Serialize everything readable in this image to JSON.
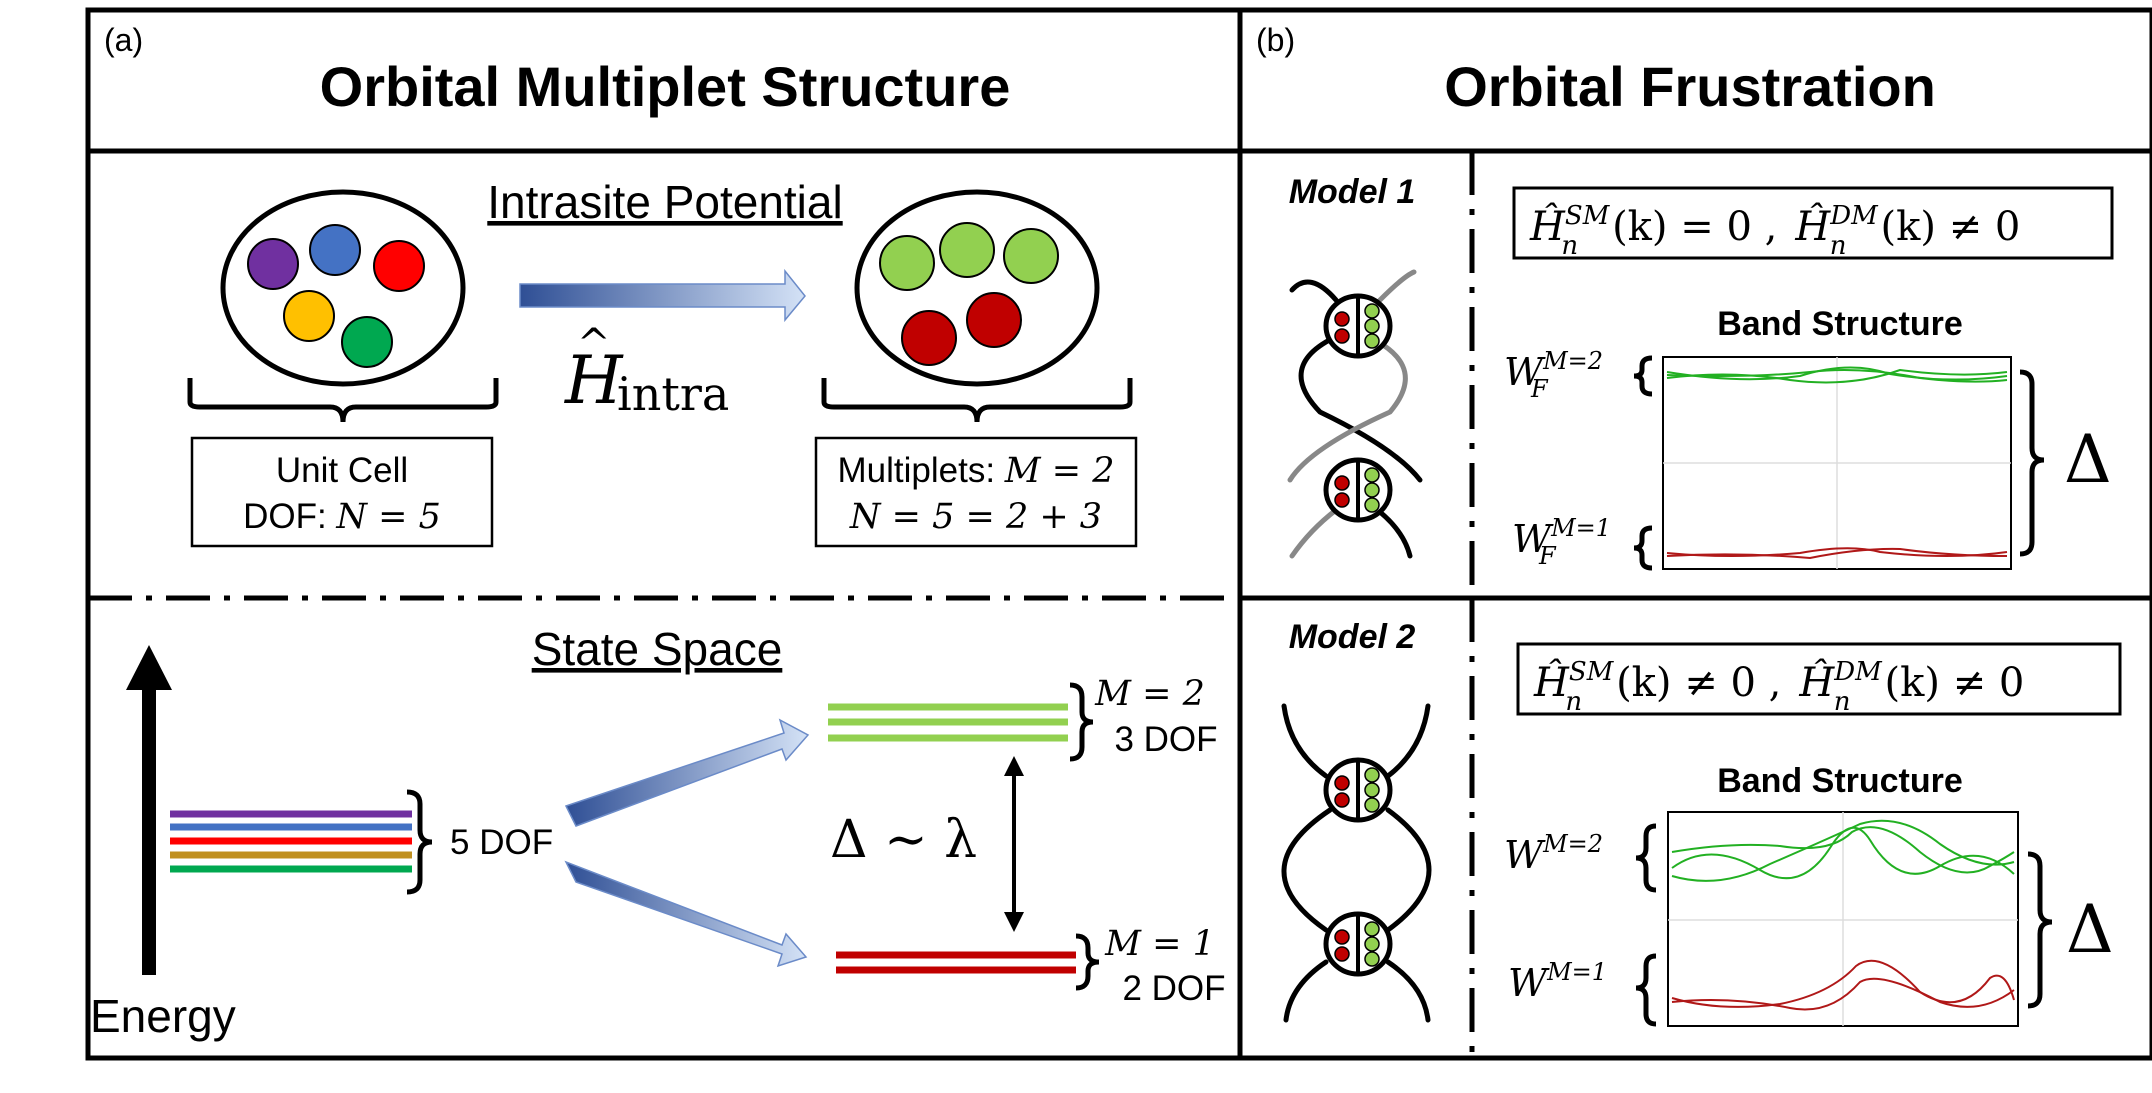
{
  "panel_a": {
    "letter": "(a)",
    "title": "Orbital Multiplet Structure",
    "intrasite": {
      "heading": "Intrasite Potential",
      "operator_symbol": "H",
      "operator_subscript": "intra",
      "unit_cell_line1": "Unit Cell",
      "unit_cell_line2_text": "DOF: ",
      "unit_cell_line2_math": "N = 5",
      "multiplets_line1_text": "Multiplets: ",
      "multiplets_line1_math": "M = 2",
      "multiplets_line2_math": "N = 5 = 2 + 3",
      "left_cell_colors": [
        "#7030a0",
        "#4472c4",
        "#ff0000",
        "#ffc000",
        "#00a850"
      ],
      "right_cell_colors": [
        "#92d050",
        "#92d050",
        "#92d050",
        "#c00000",
        "#c00000"
      ]
    },
    "state_space": {
      "heading": "State Space",
      "energy_label": "Energy",
      "five_dof": "5 DOF",
      "gap_label": "Δ ∼ λ",
      "upper_m": "M = 2",
      "upper_dof": "3 DOF",
      "lower_m": "M = 1",
      "lower_dof": "2 DOF",
      "level_colors": [
        "#7030a0",
        "#4472c4",
        "#ff0000",
        "#c09020",
        "#00a850"
      ],
      "upper_color": "#92d050",
      "lower_color": "#c00000"
    }
  },
  "panel_b": {
    "letter": "(b)",
    "title": "Orbital Frustration",
    "model1": {
      "label": "Model 1",
      "eq_sm": "Ĥ",
      "eq_sm_sup": "SM",
      "eq_sm_sub": "n",
      "eq_sm_rest": "(k) = 0 ,",
      "eq_dm": "Ĥ",
      "eq_dm_sup": "DM",
      "eq_dm_sub": "n",
      "eq_dm_rest": "(k) ≠ 0",
      "band_title": "Band Structure",
      "w_upper": "W",
      "w_upper_sub": "F",
      "w_upper_sup": "M=2",
      "w_lower": "W",
      "w_lower_sub": "F",
      "w_lower_sup": "M=1",
      "gap": "Δ"
    },
    "model2": {
      "label": "Model 2",
      "eq_sm": "Ĥ",
      "eq_sm_sup": "SM",
      "eq_sm_sub": "n",
      "eq_sm_rest": "(k) ≠ 0 ,",
      "eq_dm": "Ĥ",
      "eq_dm_sup": "DM",
      "eq_dm_sub": "n",
      "eq_dm_rest": "(k) ≠ 0",
      "band_title": "Band Structure",
      "w_upper": "W",
      "w_upper_sup": "M=2",
      "w_lower": "W",
      "w_lower_sup": "M=1",
      "gap": "Δ"
    },
    "upper_band_color": "#22b022",
    "lower_band_color": "#b01818"
  }
}
